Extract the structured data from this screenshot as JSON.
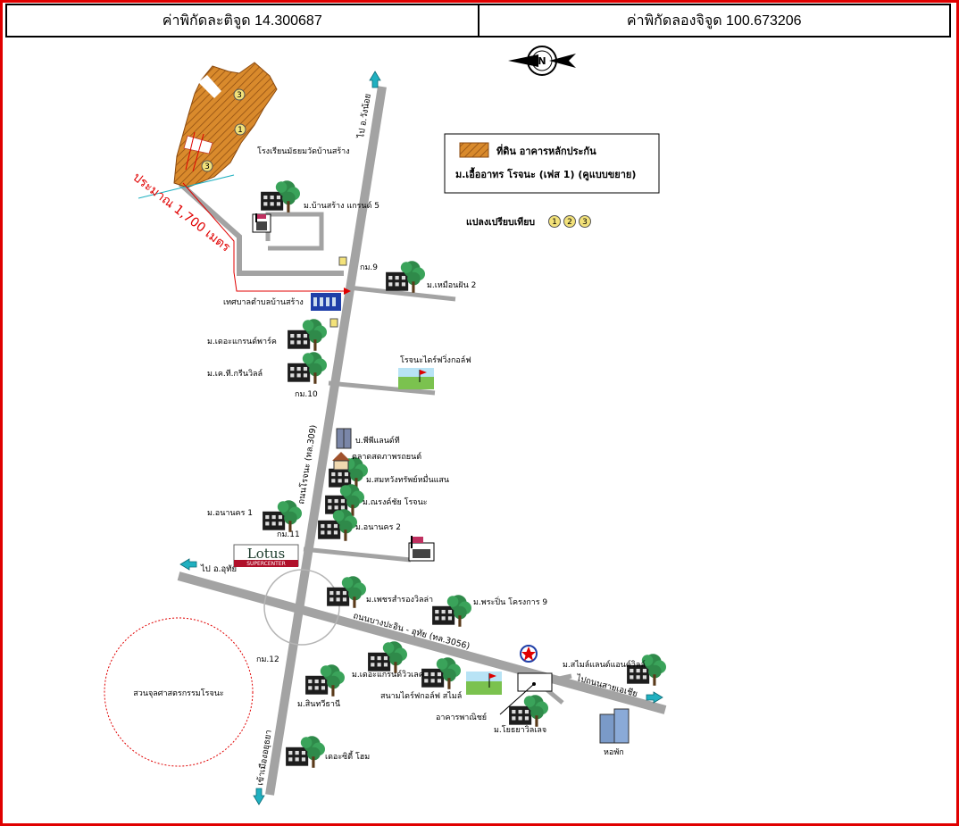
{
  "coordinates": {
    "latitude_text": "ค่าพิกัดละติจูด 14.300687",
    "longitude_text": "ค่าพิกัดลองจิจูด 100.673206"
  },
  "compass": {
    "north_letter": "N"
  },
  "legend": {
    "subject_title": "ที่ดิน อาคารหลักประกัน",
    "project_name": "ม.เอื้ออาทร โรจนะ (เฟส 1) (คูแบบขยาย)",
    "comparables_label": "แปลงเปรียบเทียบ",
    "comparable_numbers": [
      "1",
      "2",
      "3"
    ]
  },
  "distance": {
    "label": "ประมาณ 1,700 เมตร"
  },
  "roads": {
    "wangnoi": "ไป อ.วังน้อย",
    "rojana": "ถนนโรจนะ (ทล.309)",
    "uthai": "ไป อ.อุทัย",
    "bangpain_uthai": "ถนนบางปะอิน - อุทัย (ทล.3056)",
    "to_asia": "ไปถนนสายเอเชีย",
    "to_ayutthaya": "เข้าเมืองอยุธยา"
  },
  "km_markers": [
    "กม.9",
    "กม.10",
    "กม.11",
    "กม.12"
  ],
  "places": {
    "school": "โรงเรียนมัธยมวัดบ้านสร้าง",
    "ban_sang_grand5": "ม.บ้านสร้าง แกรนด์ 5",
    "municipality": "เทศบาลตำบลบ้านสร้าง",
    "muean_fan2": "ม.เหมือนฝัน 2",
    "grand_park": "ม.เดอะแกรนด์พาร์ค",
    "kt_green": "ม.เค.ที.กรีนวิลล์",
    "golf_rojana": "โรจนะไดร์ฟวิ่งกอล์ฟ",
    "bp_land": "บ.พีพีแลนด์ที",
    "market": "ตลาดสดภาพรถยนต์",
    "somwang": "ม.สมหวังทรัพย์หมื่นแสน",
    "narongchai": "ม.ณรงค์ชัย โรจนะ",
    "anankorn1": "ม.อนานคร 1",
    "anankorn2": "ม.อนานคร 2",
    "lotus": "Lotus",
    "lotus_sub": "SUPERCENTER",
    "phet_villa": "ม.เพชรสำรองวิลล่า",
    "phraphirun": "ม.พระปิ่น โครงการ 9",
    "park": "สวนจุลศาสตรกรรมโรจนะ",
    "grand_view": "ม.เดอะแกรนด์วิวเลค",
    "golf_smile": "สนามไดร์ฟกอล์ฟ สไมล์",
    "pharmacy_bldg": "อาคารพาณิชย์",
    "smile_land": "ม.สไมล์แลนด์แอนด์วิลล์",
    "sintawee": "ม.สินทวีธานี",
    "riya": "ม.โยธยาวิลเลจ",
    "dorm": "หอพัก",
    "city_home": "เดอะซิตี้ โฮม"
  },
  "colors": {
    "frame_red": "#e00000",
    "road_gray": "#a3a3a3",
    "plot_orange": "#d98a2c",
    "badge_yellow": "#f3e27a",
    "tree_green": "#2f8a4a",
    "cyan_arrow": "#20b0c0"
  }
}
